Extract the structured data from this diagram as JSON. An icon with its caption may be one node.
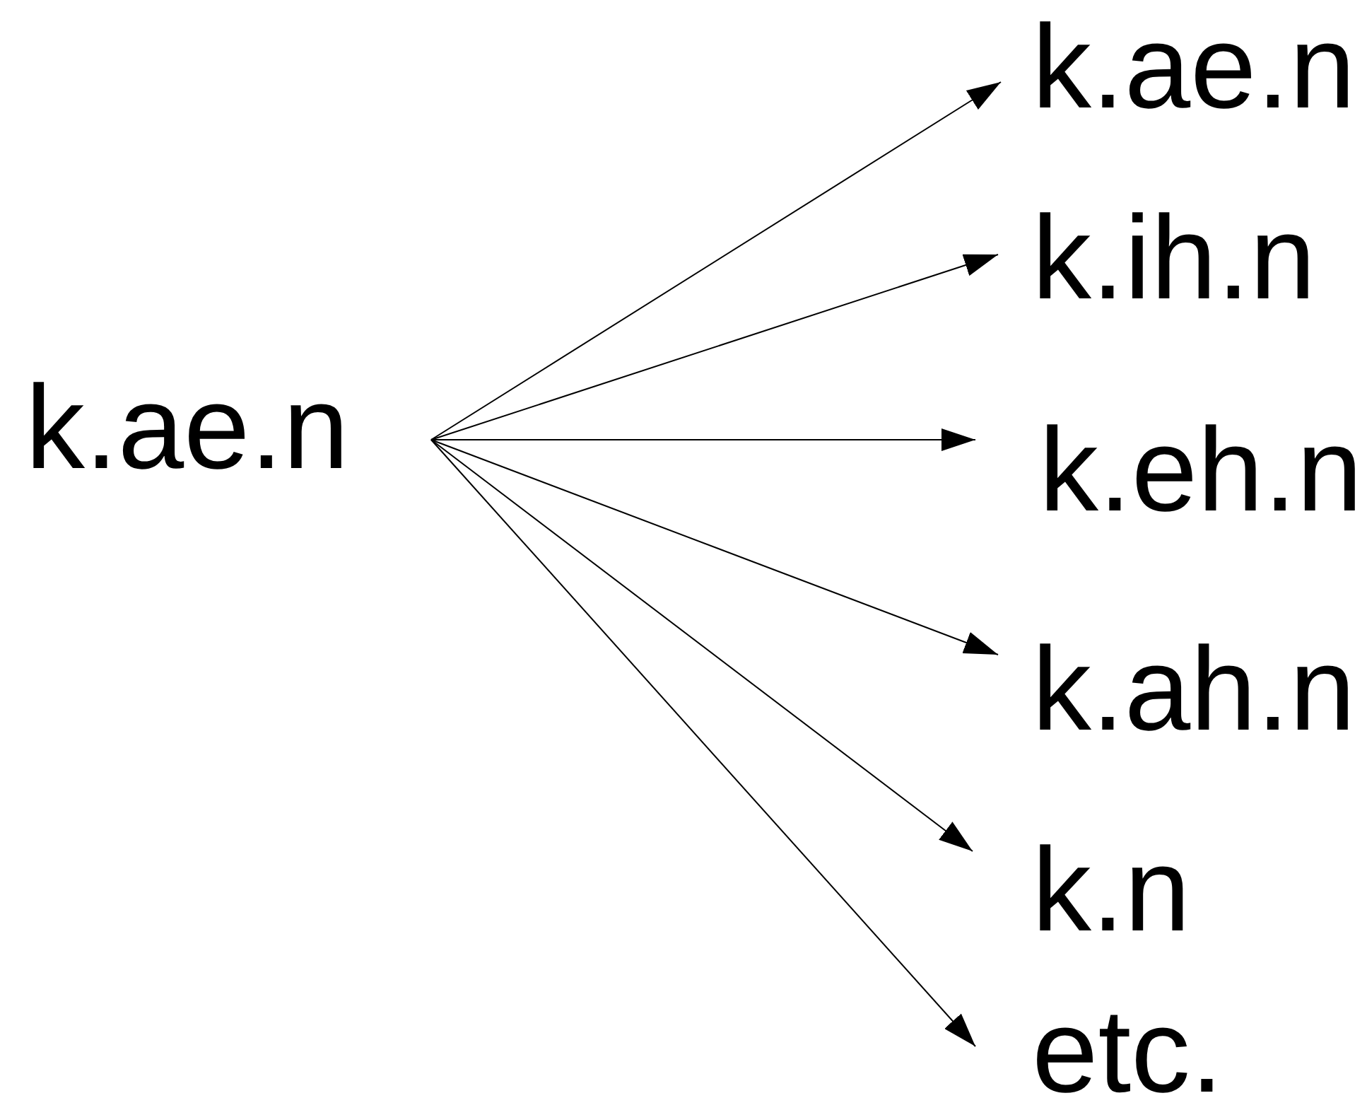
{
  "diagram": {
    "nodes": [
      {
        "text": [
          "k.ae.n"
        ]
      },
      {
        "text": [
          "k.ae.n"
        ]
      },
      {
        "text": [
          "k.ih.n"
        ]
      },
      {
        "text": [
          "k.eh.n"
        ]
      },
      {
        "text": [
          "k.ah.n"
        ]
      },
      {
        "text": [
          "k.n"
        ]
      },
      {
        "text": [
          "etc."
        ]
      }
    ],
    "edges": [
      {
        "from": 0,
        "to": 1,
        "arrow": "to"
      },
      {
        "from": 0,
        "to": 2,
        "arrow": "to"
      },
      {
        "from": 0,
        "to": 3,
        "arrow": "to"
      },
      {
        "from": 0,
        "to": 4,
        "arrow": "to"
      },
      {
        "from": 0,
        "to": 5,
        "arrow": "to"
      },
      {
        "from": 0,
        "to": 6,
        "arrow": "to"
      }
    ]
  }
}
